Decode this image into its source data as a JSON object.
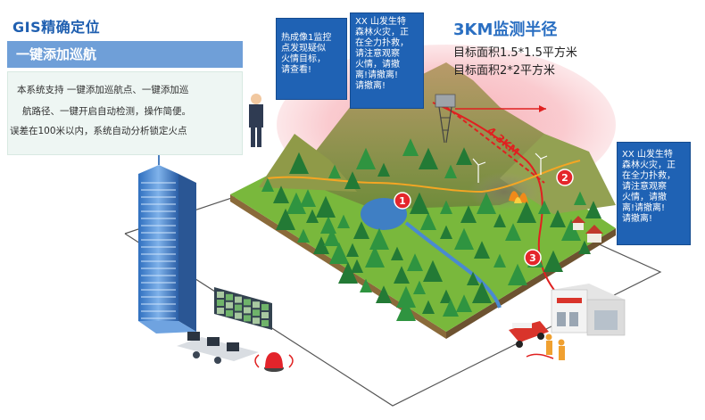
{
  "gis": {
    "title": "GIS精确定位",
    "subtitle": "一键添加巡航",
    "lines": [
      "本系统支持 一键添加巡航点、一键添加巡",
      "航路径、一键开启自动检测，操作简便。",
      "误差在100米以内，系统自动分析锁定火点"
    ]
  },
  "radius": {
    "title": "3KM监测半径",
    "lines": [
      "目标面积1.5*1.5平方米",
      "目标面积2*2平方米"
    ]
  },
  "alerts": [
    {
      "lines": [
        "热成像1监控",
        "点发现疑似",
        "火情目标，",
        "请查看!"
      ]
    },
    {
      "lines": [
        "XX 山发生特",
        "森林火灾，正",
        "在全力扑救，",
        "请注意观察",
        "火情，请撤",
        "离!请撤离!",
        "请撤离!"
      ]
    },
    {
      "lines": [
        "XX 山发生特",
        "森林火灾，正",
        "在全力扑救，",
        "请注意观察",
        "火情，请撤",
        "离!请撤离!",
        "请撤离!"
      ]
    }
  ],
  "distance_label": "4.3KM",
  "markers": [
    "1",
    "2",
    "3"
  ],
  "colors": {
    "accent": "#1f5fb0",
    "alert_box": "#1f62b4",
    "marker": "#e4262b",
    "grass": "#7cbc3b",
    "forest": "#2c8a3c",
    "radius_zone": "#f27a86"
  }
}
